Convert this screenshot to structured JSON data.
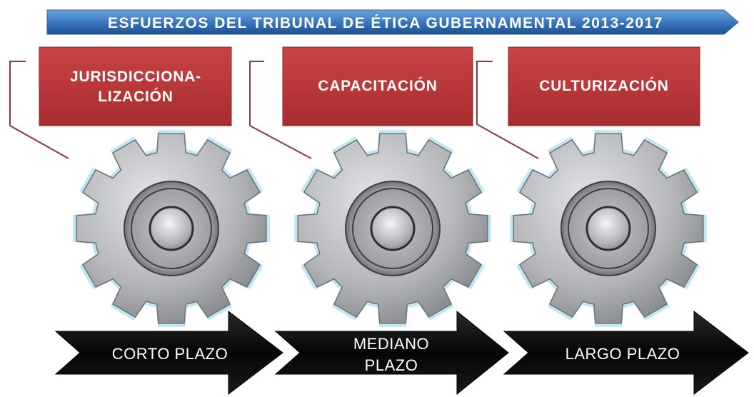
{
  "banner": {
    "title": "ESFUERZOS DEL TRIBUNAL DE ÉTICA GUBERNAMENTAL  2013-2017"
  },
  "stages": [
    {
      "box_line1": "JURISDICCIONA-",
      "box_line2": "LIZACIÓN",
      "arrow_line1": "CORTO PLAZO",
      "arrow_line2": ""
    },
    {
      "box_line1": "CAPACITACIÓN",
      "box_line2": "",
      "arrow_line1": "MEDIANO",
      "arrow_line2": "PLAZO"
    },
    {
      "box_line1": "CULTURIZACIÓN",
      "box_line2": "",
      "arrow_line1": "LARGO PLAZO",
      "arrow_line2": ""
    }
  ],
  "colors": {
    "banner_fill": "#3a78c0",
    "banner_text": "#ffffff",
    "box_fill": "#c0393b",
    "box_text": "#ffffff",
    "gear_fill": "#b7b9bc",
    "gear_glow": "#a9dff0",
    "arrow_fill": "#0d0d0d",
    "arrow_text": "#ffffff",
    "connector": "#8b3a3a"
  },
  "icons": {
    "gear": "gear-icon",
    "arrow": "right-arrow-icon"
  }
}
